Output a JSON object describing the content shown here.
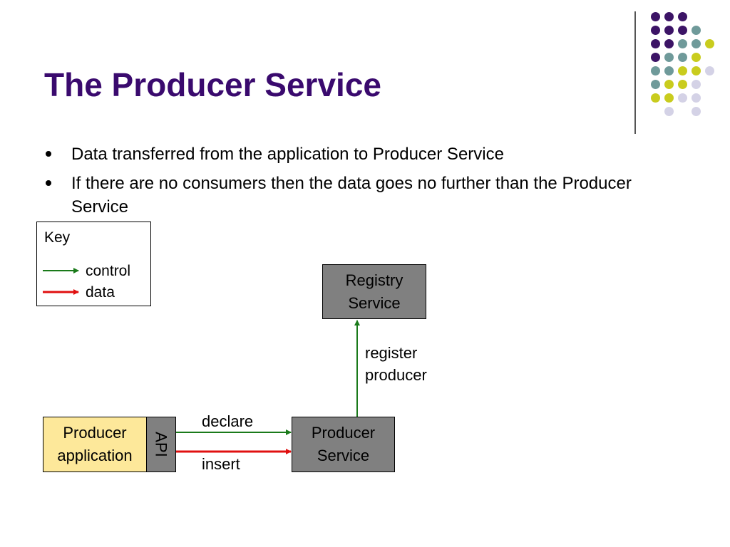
{
  "slide": {
    "title": "The Producer Service",
    "bullets": [
      "Data transferred from the application to Producer Service",
      "If there are no consumers then the data goes no further than the Producer Service"
    ]
  },
  "colors": {
    "title": "#3a0a6e",
    "control_arrow": "#1a7a1a",
    "data_arrow": "#e01010",
    "gray_box": "#808080",
    "app_box": "#fde89a",
    "dot_purple": "#3c1466",
    "dot_teal": "#6f9a9a",
    "dot_yellow": "#c9cc1e",
    "dot_lavender": "#d4d2e6"
  },
  "key": {
    "title": "Key",
    "control": "control",
    "data": "data"
  },
  "nodes": {
    "registry": "Registry\nService",
    "producer_service": "Producer\nService",
    "producer_app": "Producer\napplication",
    "api": "API"
  },
  "edges": {
    "register": "register\nproducer",
    "declare": "declare",
    "insert": "insert"
  }
}
